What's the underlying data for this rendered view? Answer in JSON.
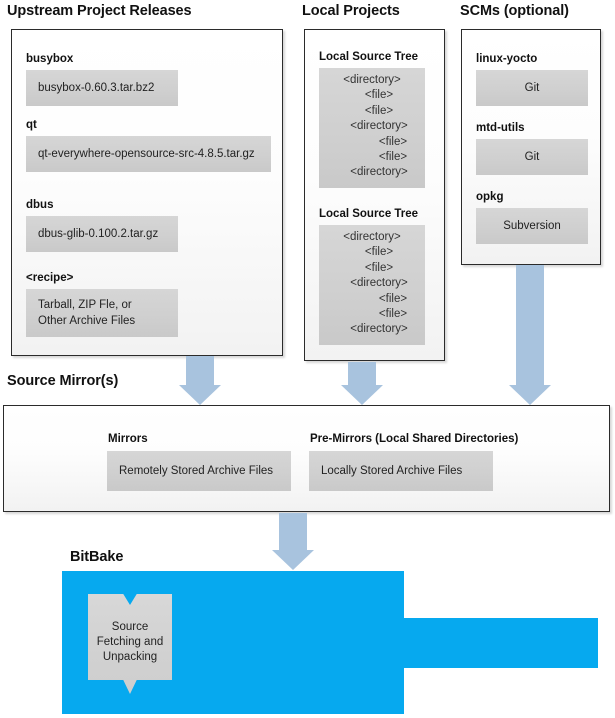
{
  "colors": {
    "arrow": "#a8c3de",
    "bitbake_blue": "#06a9ef",
    "gray_box": "#d0d0d0",
    "panel_border": "#2b2b2b"
  },
  "sections": {
    "upstream": {
      "title": "Upstream Project Releases",
      "items": [
        {
          "label": "busybox",
          "value": "busybox-0.60.3.tar.bz2"
        },
        {
          "label": "qt",
          "value": "qt-everywhere-opensource-src-4.8.5.tar.gz"
        },
        {
          "label": "dbus",
          "value": "dbus-glib-0.100.2.tar.gz"
        },
        {
          "label": "<recipe>",
          "value": "Tarball, ZIP Fle, or\nOther Archive Files",
          "value_line1": "Tarball, ZIP Fle, or",
          "value_line2": "Other Archive Files"
        }
      ]
    },
    "local_projects": {
      "title": "Local Projects",
      "trees": [
        {
          "label": "Local Source Tree",
          "lines": [
            {
              "text": "<directory>",
              "level": 0
            },
            {
              "text": "<file>",
              "level": 1
            },
            {
              "text": "<file>",
              "level": 1
            },
            {
              "text": "<directory>",
              "level": 1
            },
            {
              "text": "<file>",
              "level": 2
            },
            {
              "text": "<file>",
              "level": 2
            },
            {
              "text": "<directory>",
              "level": 1
            }
          ]
        },
        {
          "label": "Local Source Tree",
          "lines": [
            {
              "text": "<directory>",
              "level": 0
            },
            {
              "text": "<file>",
              "level": 1
            },
            {
              "text": "<file>",
              "level": 1
            },
            {
              "text": "<directory>",
              "level": 1
            },
            {
              "text": "<file>",
              "level": 2
            },
            {
              "text": "<file>",
              "level": 2
            },
            {
              "text": "<directory>",
              "level": 1
            }
          ]
        }
      ]
    },
    "scms": {
      "title": "SCMs (optional)",
      "items": [
        {
          "label": "linux-yocto",
          "value": "Git"
        },
        {
          "label": "mtd-utils",
          "value": "Git"
        },
        {
          "label": "opkg",
          "value": "Subversion"
        }
      ]
    },
    "source_mirrors": {
      "title": "Source Mirror(s)",
      "items": [
        {
          "label": "Mirrors",
          "value": "Remotely Stored Archive Files"
        },
        {
          "label": "Pre-Mirrors (Local Shared Directories)",
          "value": "Locally Stored Archive Files"
        }
      ]
    },
    "bitbake": {
      "title": "BitBake",
      "task": {
        "line1": "Source",
        "line2": "Fetching and",
        "line3": "Unpacking"
      }
    }
  },
  "arrows": [
    {
      "name": "upstream-to-mirror"
    },
    {
      "name": "local-projects-to-mirror"
    },
    {
      "name": "scms-to-mirror"
    },
    {
      "name": "mirror-to-bitbake"
    }
  ]
}
